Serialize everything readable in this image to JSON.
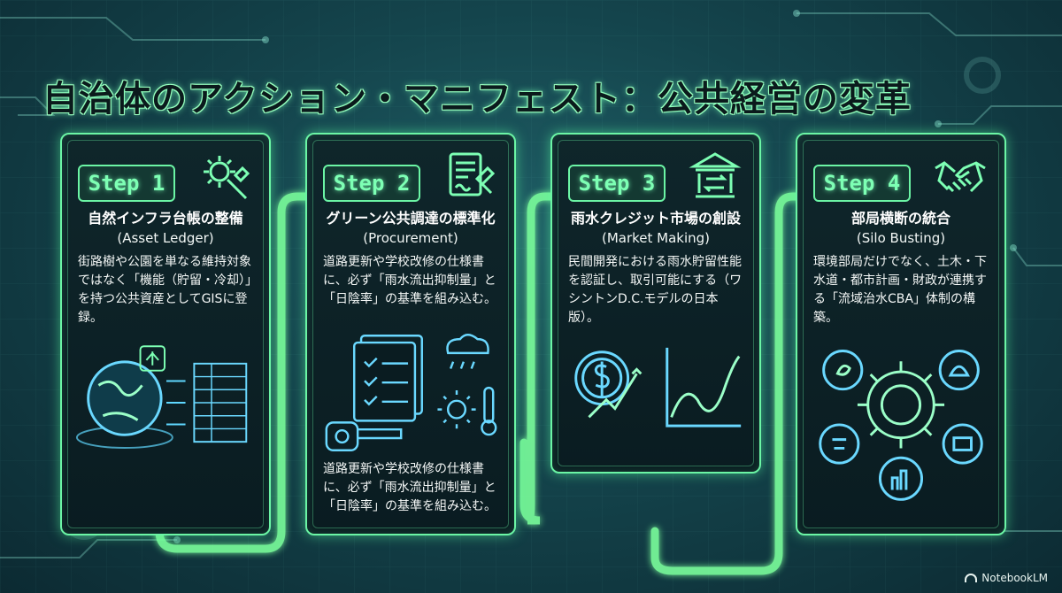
{
  "title": "自治体のアクション・マニフェスト：公共経営の変革",
  "cards": [
    {
      "step": "Step 1",
      "head_icon": "gear-wrench-icon",
      "title": "自然インフラ台帳の整備",
      "subtitle": "(Asset Ledger)",
      "description": "街路樹や公園を単なる維持対象ではなく「機能（貯留・冷却）」を持つ公共資産としてGISに登録。",
      "illustration": "globe-to-table-illustration"
    },
    {
      "step": "Step 2",
      "head_icon": "contract-gavel-icon",
      "title": "グリーン公共調達の標準化",
      "subtitle": "(Procurement)",
      "description": "道路更新や学校改修の仕様書に、必ず「雨水流出抑制量」と「日陰率」の基準を組み込む。",
      "description2": "道路更新や学校改修の仕様書に、必ず「雨水流出抑制量」と「日陰率」の基準を組み込む。",
      "illustration": "spec-document-weather-illustration"
    },
    {
      "step": "Step 3",
      "head_icon": "bank-exchange-icon",
      "title": "雨水クレジット市場の創設",
      "subtitle": "(Market Making)",
      "description": "民間開発における雨水貯留性能を認証し、取引可能にする（ワシントンD.C.モデルの日本版）。",
      "illustration": "dollar-growth-chart-illustration"
    },
    {
      "step": "Step 4",
      "head_icon": "handshake-icon",
      "title": "部局横断の統合",
      "subtitle": "(Silo Busting)",
      "description": "環境部局だけでなく、土木・下水道・都市計画・財政が連携する「流域治水CBA」体制の構築。",
      "illustration": "interlocking-gears-illustration"
    }
  ],
  "brand": "NotebookLM"
}
